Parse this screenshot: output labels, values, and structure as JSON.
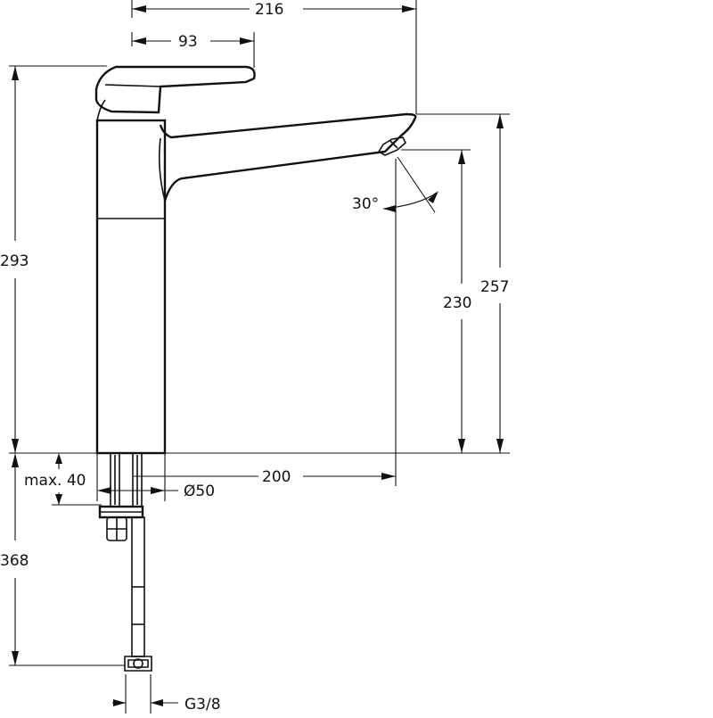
{
  "dimensions": {
    "overall_width": "216",
    "lever_reach": "93",
    "total_height": "293",
    "spout_height": "257",
    "outlet_height": "230",
    "spout_projection": "200",
    "body_diameter": "Ø50",
    "max_deck_thickness": "max. 40",
    "hose_length": "368",
    "connection_thread": "G3/8",
    "swivel_angle": "30°"
  }
}
